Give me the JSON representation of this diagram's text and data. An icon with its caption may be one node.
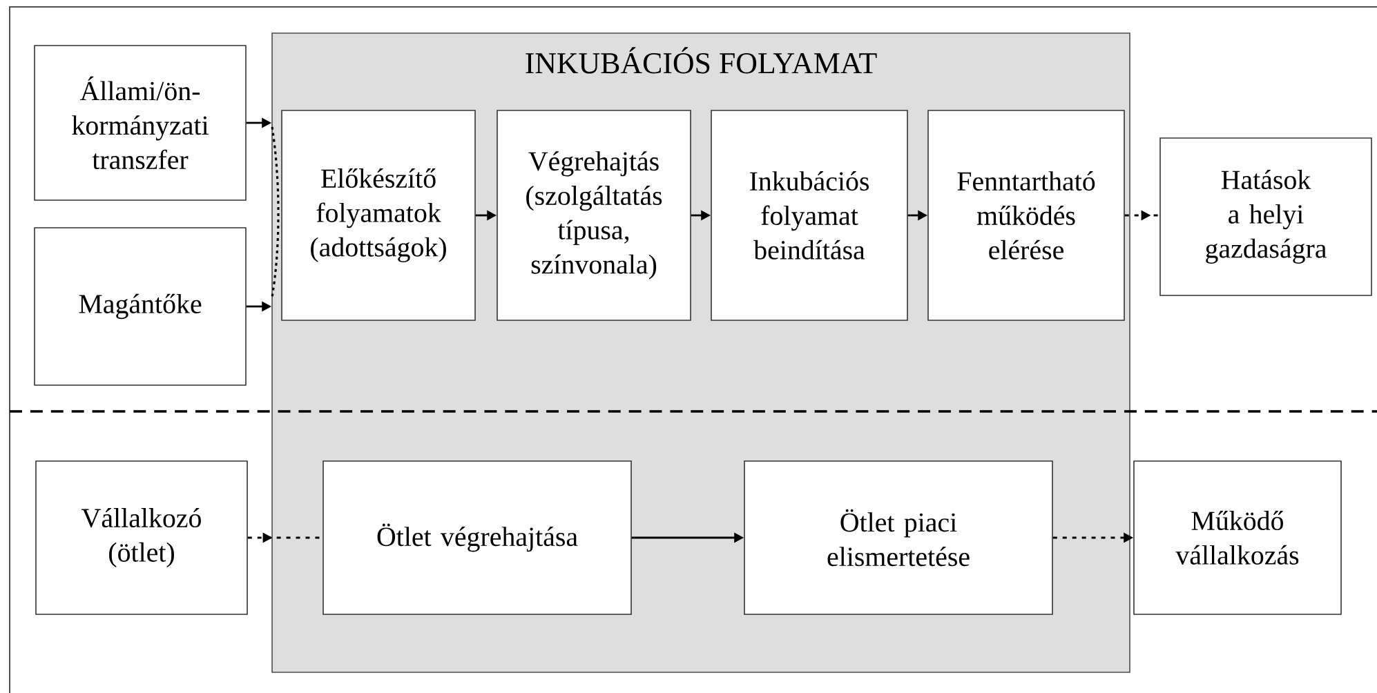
{
  "diagram": {
    "nodes": [
      {
        "text": [
          "INKUBÁCIÓS FOLYAMAT"
        ]
      },
      {
        "text": [
          "Állami/ön-kormányzati transzfer"
        ]
      },
      {
        "text": [
          "Magántőke"
        ]
      },
      {
        "text": [
          "Előkészítő folyamatok (adottságok)"
        ],
        "in": 0
      },
      {
        "text": [
          "Végrehajtás (szolgáltatás típusa, színvonala)"
        ],
        "in": 0
      },
      {
        "text": [
          "Inkubációs folyamat beindítása"
        ],
        "in": 0
      },
      {
        "text": [
          "Fenntartható működés elérése"
        ],
        "in": 0
      },
      {
        "text": [
          "Hatások a helyi gazdaságra"
        ]
      },
      {
        "text": [
          "Vállalkozó (ötlet)"
        ]
      },
      {
        "text": [
          "Ötlet végrehajtása"
        ],
        "in": 0
      },
      {
        "text": [
          "Ötlet piaci elismertetése"
        ],
        "in": 0
      },
      {
        "text": [
          "Működő vállalkozás"
        ]
      }
    ],
    "edges": [
      {
        "from": 1,
        "to": 0,
        "arrow": "to"
      },
      {
        "from": 2,
        "to": 0,
        "arrow": "to"
      },
      {
        "from": 3,
        "to": 4,
        "arrow": "to"
      },
      {
        "from": 4,
        "to": 5,
        "arrow": "to"
      },
      {
        "from": 5,
        "to": 6,
        "arrow": "to"
      },
      {
        "from": 6,
        "to": 7,
        "arrow": "to",
        "style": "dashed"
      },
      {
        "from": 8,
        "to": 9,
        "arrow": "to",
        "style": "dashed"
      },
      {
        "from": 9,
        "to": 10,
        "arrow": "to"
      },
      {
        "from": 10,
        "to": 11,
        "arrow": "to",
        "style": "dashed"
      }
    ]
  }
}
